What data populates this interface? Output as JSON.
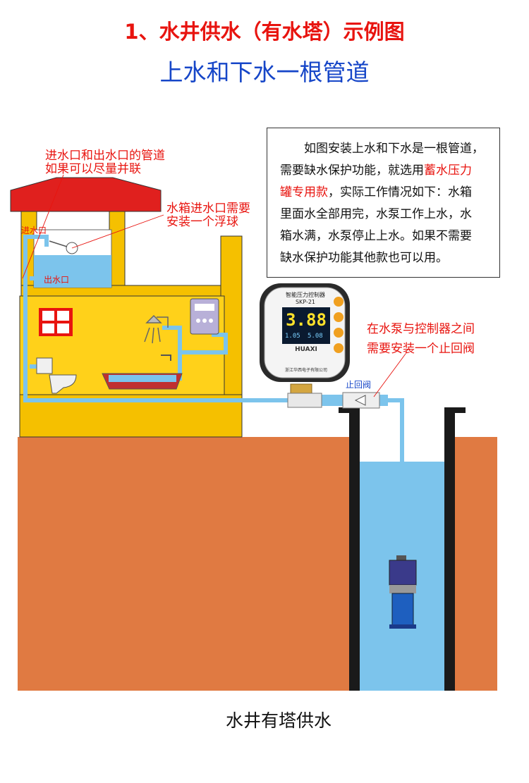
{
  "header": {
    "title": "1、水井供水（有水塔）示例图",
    "subtitle": "上水和下水一根管道"
  },
  "info_box": {
    "line1": "如图安装上水和下水是一根管道，",
    "line2": "需要缺水保护功能，就选用",
    "highlight_a": "蓄水压力",
    "highlight_b": "罐专用款",
    "line3_rest": "，实际工作情况如下：水箱",
    "line4": "里面水全部用完，水泵工作上水，水",
    "line5": "箱水满，水泵停止上水。如果不需要",
    "line6": "缺水保护功能其他款也可以用。"
  },
  "notes": {
    "pipe_note_line1": "进水口和出水口的管道",
    "pipe_note_line2": "如果可以尽量并联",
    "float_note_line1": "水箱进水口需要",
    "float_note_line2": "安装一个浮球",
    "valve_note_line1": "在水泵与控制器之间",
    "valve_note_line2": "需要安装一个止回阀"
  },
  "labels": {
    "inlet": "进水口",
    "outlet": "出水口",
    "check_valve": "止回阀"
  },
  "controller": {
    "title": "智能压力控制器",
    "model": "SKP-21",
    "display_value": "3.88",
    "sub_value_a": "1.05",
    "sub_value_b": "5.08",
    "brand": "HUAXI",
    "company": "浙江华西电子有限公司"
  },
  "caption": "水井有塔供水",
  "colors": {
    "title_red": "#e8140f",
    "subtitle_blue": "#1646c8",
    "ground": "#e07a42",
    "water": "#7cc4ec",
    "house_yellow": "#f5c000",
    "roof_red": "#e0201e"
  },
  "icons": [
    "pressure-controller-icon",
    "submersible-pump-icon",
    "check-valve-icon",
    "float-ball-icon",
    "window-icon",
    "shower-icon",
    "toilet-icon",
    "bathtub-icon",
    "water-heater-icon"
  ]
}
